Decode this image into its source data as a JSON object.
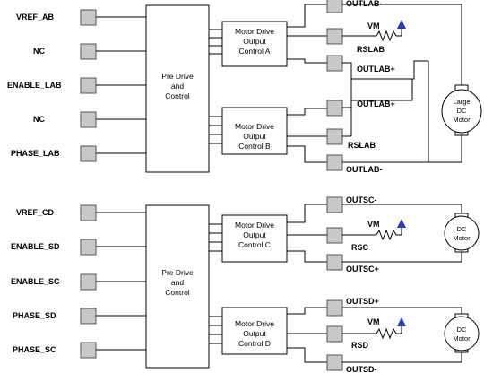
{
  "top": {
    "inputs": [
      "VREF_AB",
      "NC",
      "ENABLE_LAB",
      "NC",
      "PHASE_LAB"
    ],
    "predrive": [
      "Pre Drive",
      "and",
      "Control"
    ],
    "driver_a": [
      "Motor Drive",
      "Output",
      "Control A"
    ],
    "driver_b": [
      "Motor Drive",
      "Output",
      "Control B"
    ],
    "outputs": {
      "outlab_minus_1": "OUTLAB-",
      "vm": "VM",
      "rslab_1": "RSLAB",
      "outlab_plus_1": "OUTLAB+",
      "outlab_plus_2": "OUTLAB+",
      "rslab_2": "RSLAB",
      "outlab_minus_2": "OUTLAB-"
    },
    "motor": [
      "Large",
      "DC",
      "Motor"
    ]
  },
  "bottom": {
    "inputs": [
      "VREF_CD",
      "ENABLE_SD",
      "ENABLE_SC",
      "PHASE_SD",
      "PHASE_SC"
    ],
    "predrive": [
      "Pre Drive",
      "and",
      "Control"
    ],
    "driver_c": [
      "Motor Drive",
      "Output",
      "Control C"
    ],
    "driver_d": [
      "Motor Drive",
      "Output",
      "Control D"
    ],
    "outputs": {
      "outsc_minus": "OUTSC-",
      "vm_c": "VM",
      "rsc": "RSC",
      "outsc_plus": "OUTSC+",
      "outsd_plus": "OUTSD+",
      "vm_d": "VM",
      "rsd": "RSD",
      "outsd_minus": "OUTSD-"
    },
    "motor_c": [
      "DC",
      "Motor"
    ],
    "motor_d": [
      "DC",
      "Motor"
    ]
  },
  "colors": {
    "pad_fill": "#c8c8c8",
    "vm_arrow": "#1f3fbf"
  }
}
